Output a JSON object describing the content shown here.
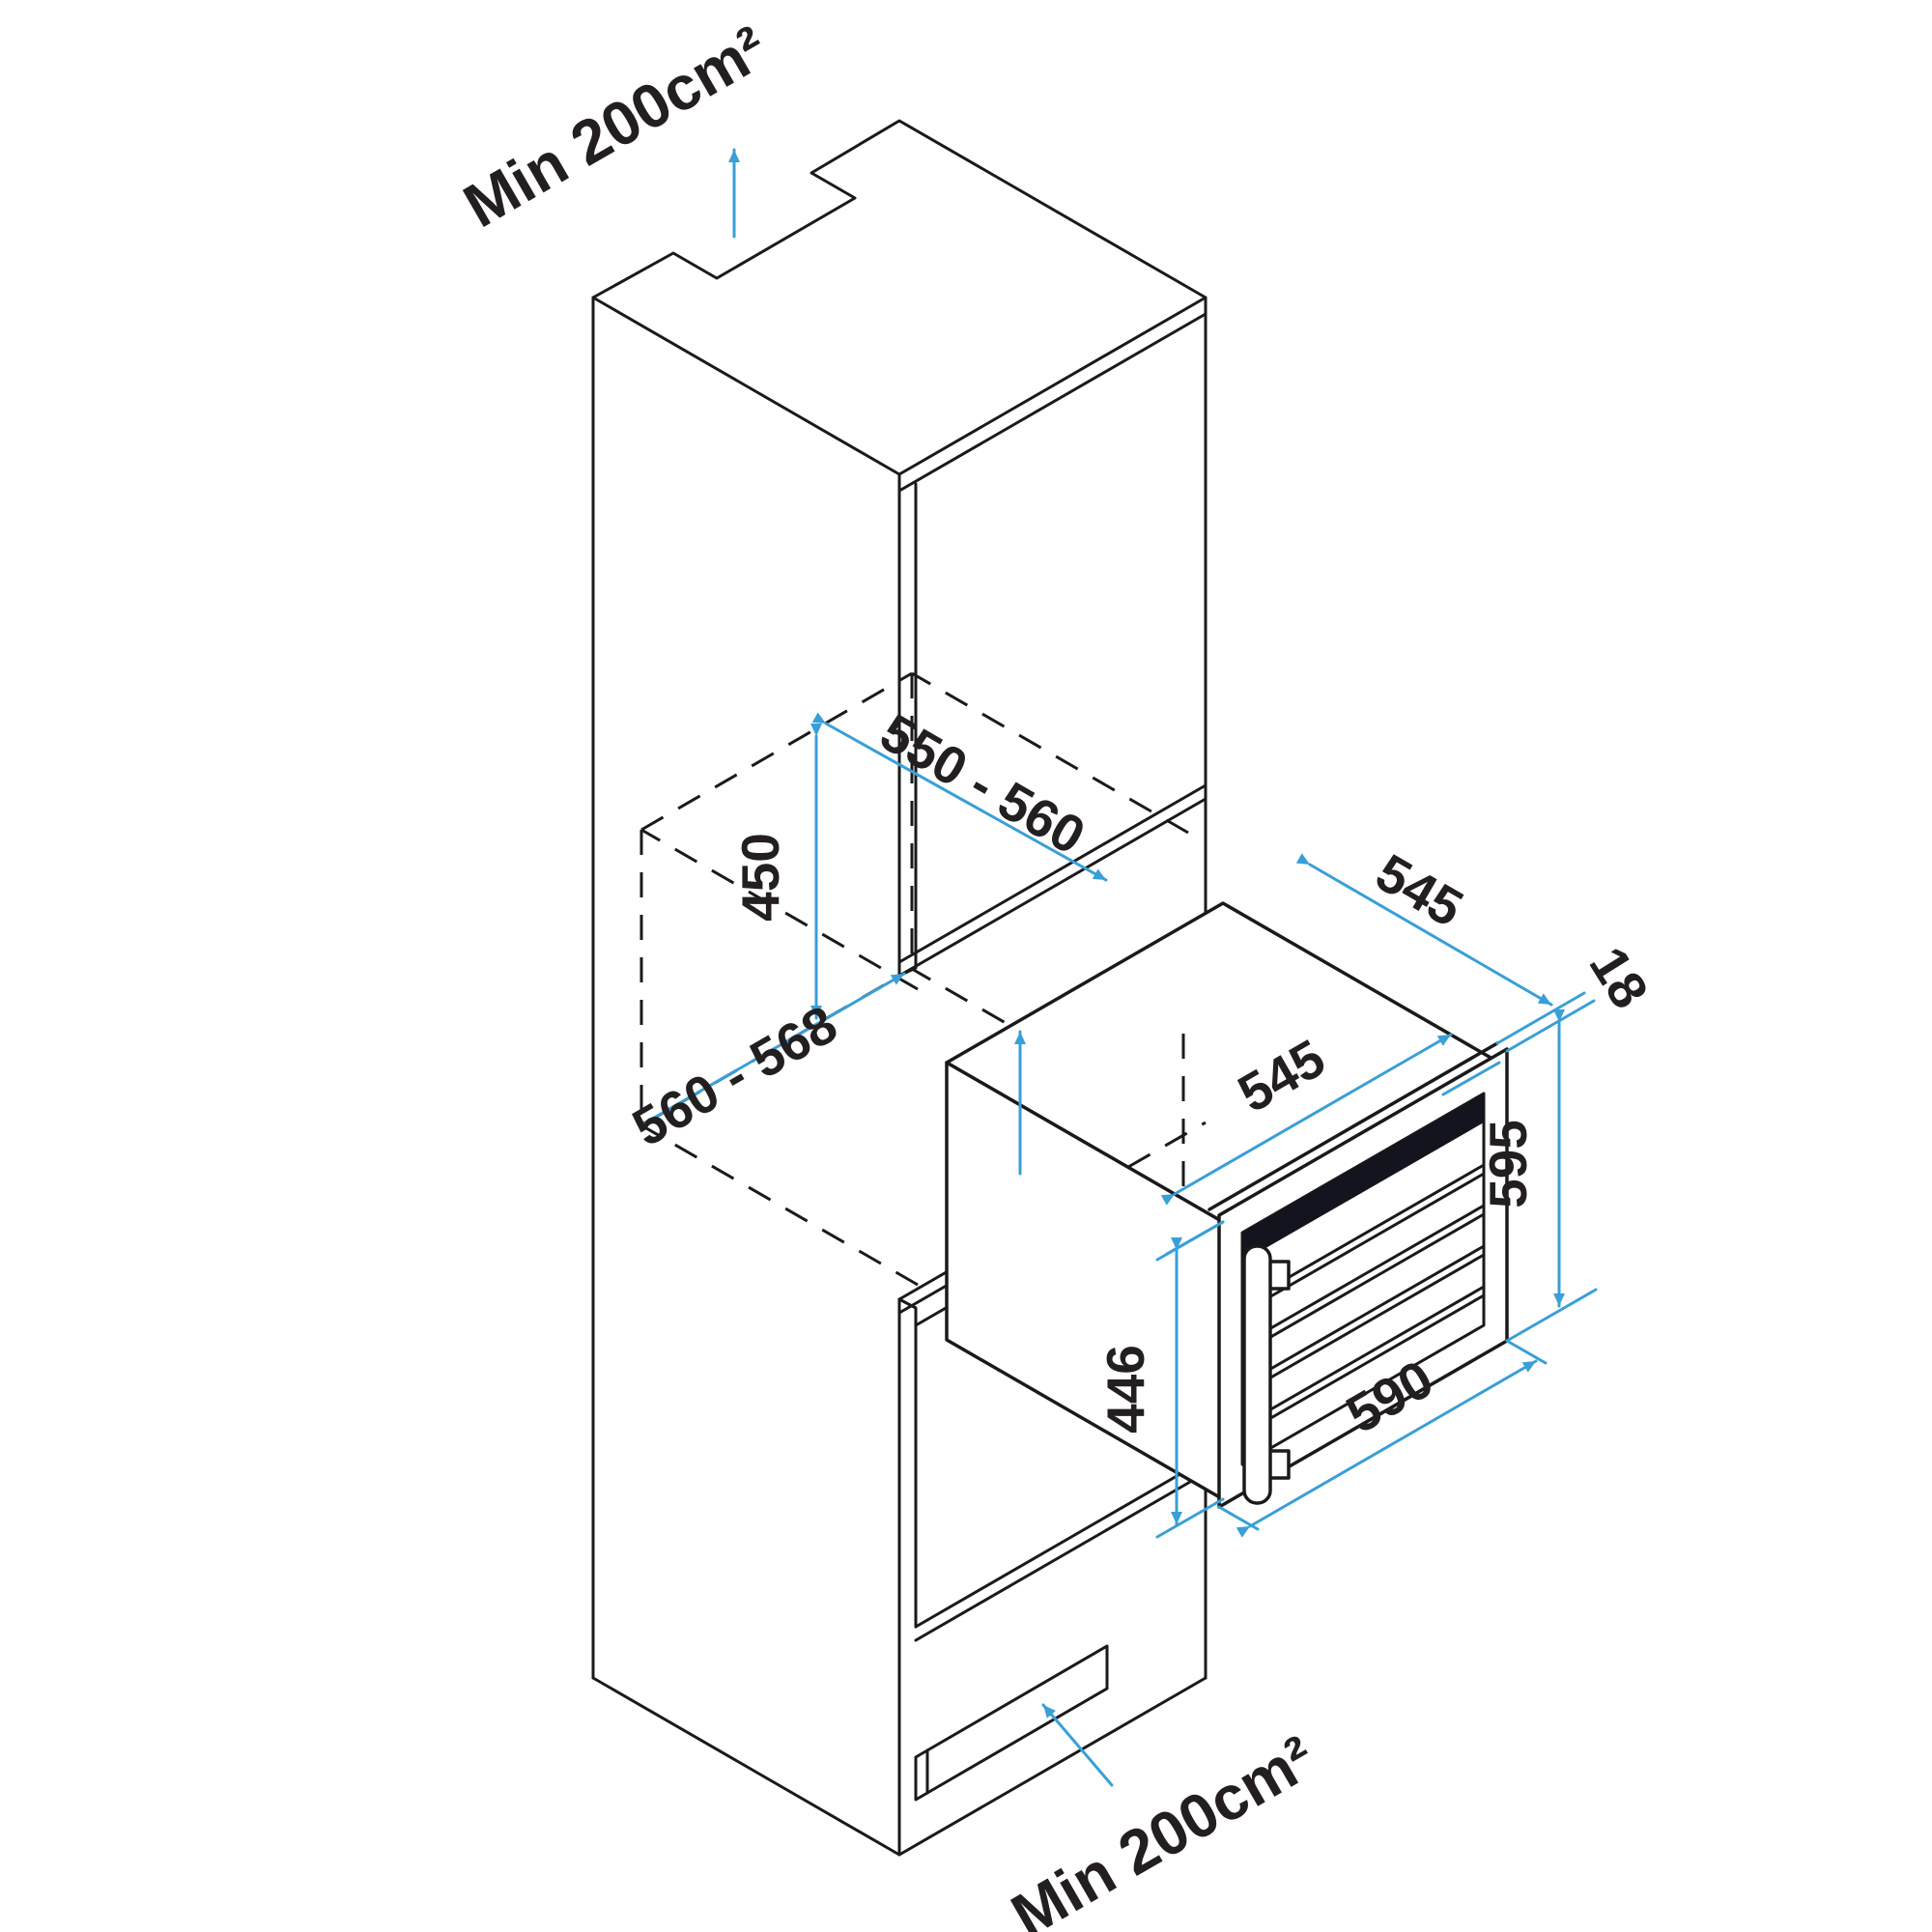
{
  "ventilation": {
    "top_label": "Min 200cm²",
    "bottom_label": "Min 200cm²"
  },
  "niche_dimensions": {
    "height": "450",
    "depth_range": "550 - 560",
    "width_range": "560 - 568"
  },
  "appliance_dimensions": {
    "carcass_depth": "545",
    "carcass_width": "545",
    "carcass_height": "446",
    "door_thickness": "18",
    "door_height": "595",
    "door_width": "590"
  },
  "colors": {
    "outline": "#1a1a1a",
    "dimension_blue": "#3a9fd6",
    "text": "#231f20",
    "door_glass_band": "#14141e",
    "background": "#ffffff"
  }
}
